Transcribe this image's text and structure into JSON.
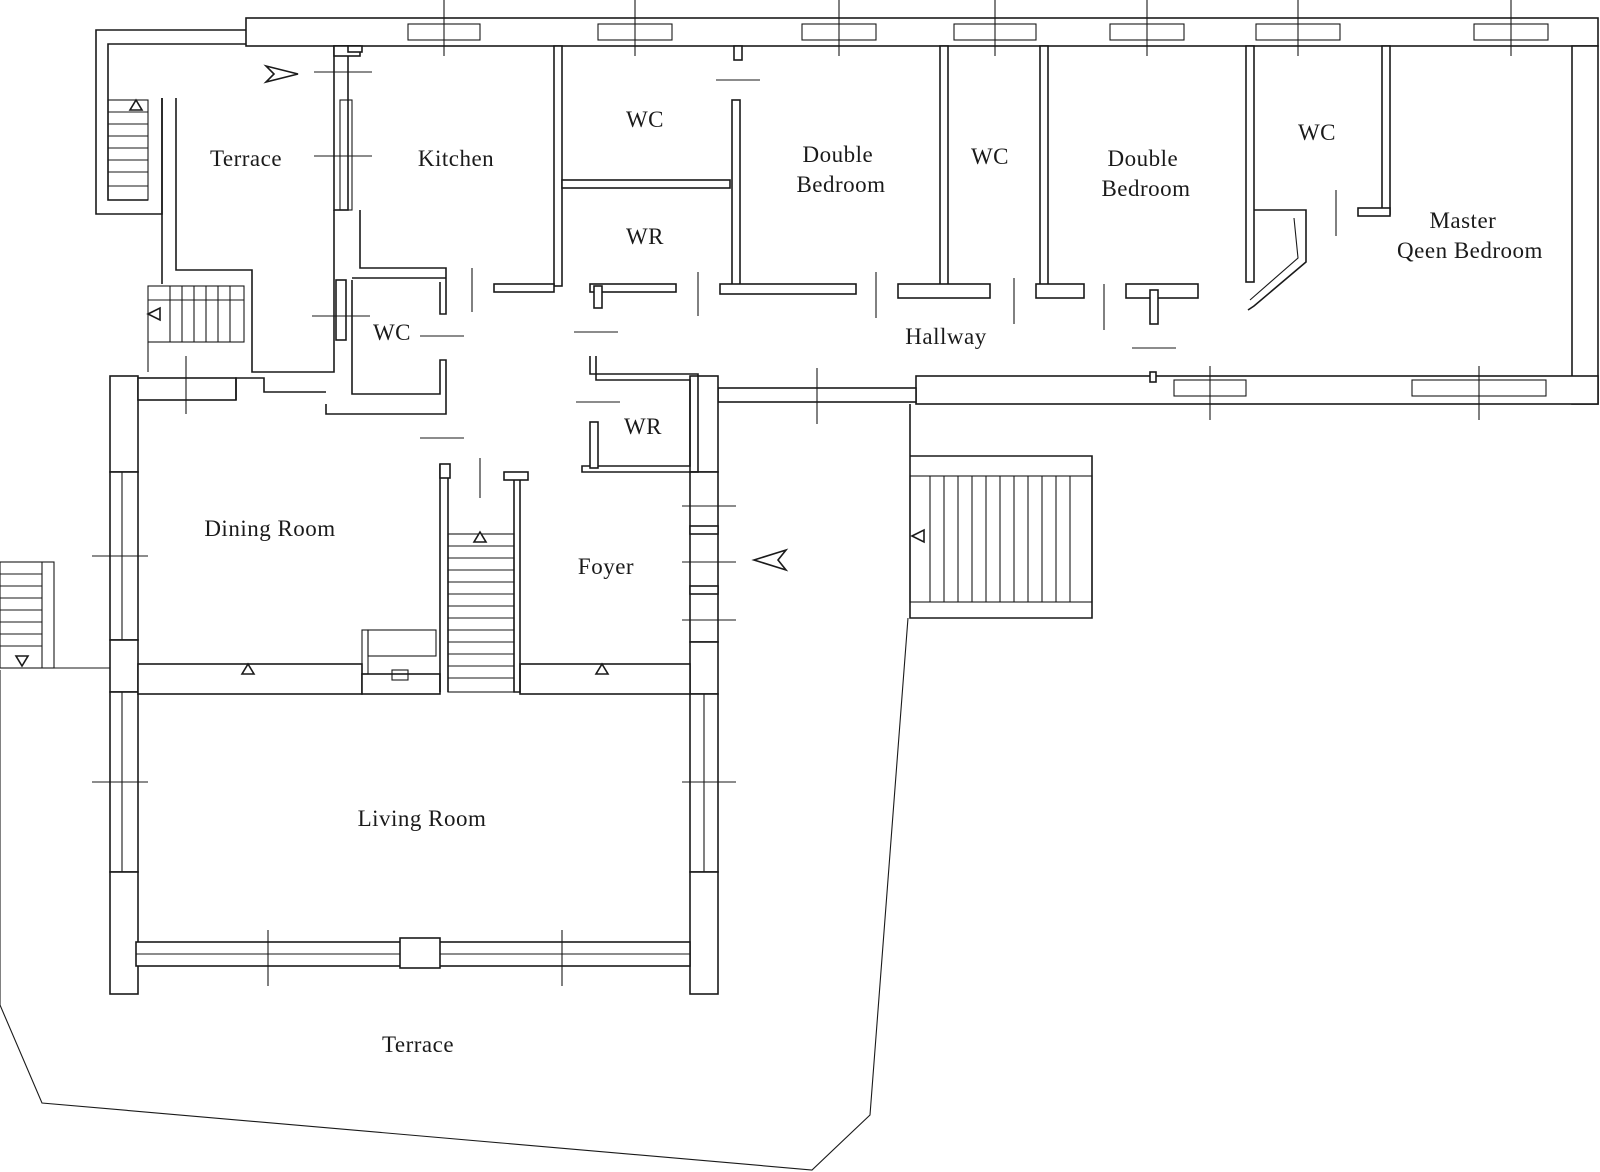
{
  "rooms": {
    "terrace_upper": "Terrace",
    "kitchen": "Kitchen",
    "wc_1": "WC",
    "wr_1": "WR",
    "double_bedroom_1": [
      "Double",
      "Bedroom"
    ],
    "wc_2": "WC",
    "double_bedroom_2": [
      "Double",
      "Bedroom"
    ],
    "wc_3": "WC",
    "master_bedroom": [
      "Master",
      "Qeen Bedroom"
    ],
    "wc_small": "WC",
    "hallway": "Hallway",
    "wr_2": "WR",
    "dining_room": "Dining Room",
    "foyer": "Foyer",
    "living_room": "Living Room",
    "terrace_lower": "Terrace"
  },
  "colors": {
    "line": "#1a1a1a",
    "background": "#ffffff"
  }
}
